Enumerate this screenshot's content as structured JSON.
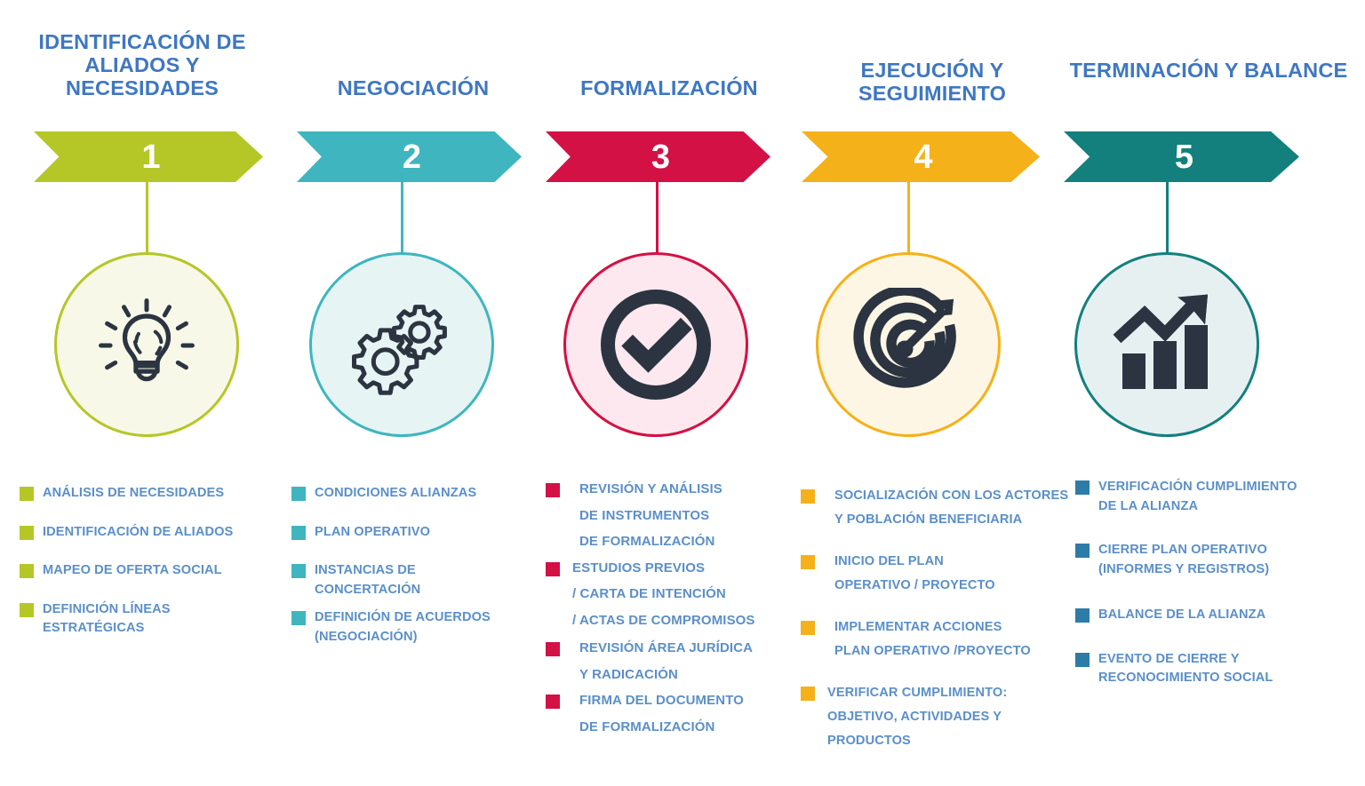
{
  "palette": {
    "header_text": "#3f77c2",
    "bullet_text": "#5b8fc9",
    "icon_dark": "#2b3440",
    "white": "#ffffff"
  },
  "steps": [
    {
      "number": "1",
      "title": "IDENTIFICACIÓN DE\nALIADOS Y\nNECESIDADES",
      "color": "#b5c727",
      "circle_fill": "#f7f8e8",
      "icon": "lightbulb-icon",
      "bullets": [
        "ANÁLISIS  DE NECESIDADES",
        "IDENTIFICACIÓN DE ALIADOS",
        "MAPEO DE OFERTA SOCIAL",
        "DEFINICIÓN LÍNEAS\nESTRATÉGICAS"
      ],
      "bullet_gaps": [
        0,
        22,
        22,
        22
      ]
    },
    {
      "number": "2",
      "title": "NEGOCIACIÓN",
      "color": "#3fb6bf",
      "circle_fill": "#e6f4f4",
      "icon": "gears-icon",
      "bullets": [
        "CONDICIONES ALIANZAS",
        "PLAN OPERATIVO",
        "INSTANCIAS DE\nCONCERTACIÓN",
        "DEFINICIÓN DE ACUERDOS\n(NEGOCIACIÓN)"
      ],
      "bullet_gaps": [
        0,
        22,
        22,
        10
      ]
    },
    {
      "number": "3",
      "title": "FORMALIZACIÓN",
      "color": "#d31145",
      "circle_fill": "#fce8ee",
      "icon": "check-circle-icon",
      "bullets": [
        "REVISIÓN  Y ANÁLISIS\nDE  INSTRUMENTOS\n DE FORMALIZACIÓN",
        " ESTUDIOS PREVIOS\n/ CARTA DE INTENCIÓN\n/ ACTAS DE COMPROMISOS",
        "REVISIÓN ÁREA JURÍDICA\nY RADICACIÓN",
        "FIRMA DEL DOCUMENTO\nDE FORMALIZACIÓN"
      ],
      "bullet_gaps": [
        0,
        0,
        2,
        0
      ],
      "bullet_indent": [
        22,
        14,
        22,
        22
      ]
    },
    {
      "number": "4",
      "title": "EJECUCIÓN Y\nSEGUIMIENTO",
      "color": "#f5b119",
      "circle_fill": "#fdf6e5",
      "icon": "target-icon",
      "bullets": [
        "SOCIALIZACIÓN CON LOS ACTORES\nY POBLACIÓN BENEFICIARIA",
        "INICIO DEL PLAN\n OPERATIVO / PROYECTO",
        "IMPLEMENTAR ACCIONES\n PLAN OPERATIVO /PROYECTO",
        "VERIFICAR CUMPLIMIENTO:\nOBJETIVO, ACTIVIDADES Y\nPRODUCTOS"
      ],
      "bullet_gaps": [
        0,
        20,
        20,
        20
      ],
      "bullet_indent": [
        22,
        22,
        22,
        14
      ]
    },
    {
      "number": "5",
      "title": "TERMINACIÓN Y\nBALANCE",
      "color": "#13807e",
      "circle_fill": "#e7f0f1",
      "icon": "growth-chart-icon",
      "bullets": [
        "VERIFICACIÓN CUMPLIMIENTO\nDE LA ALIANZA",
        "CIERRE PLAN OPERATIVO\n(INFORMES Y REGISTROS)",
        "BALANCE DE LA ALIANZA",
        "EVENTO DE CIERRE Y\nRECONOCIMIENTO SOCIAL"
      ],
      "bullet_gaps": [
        0,
        28,
        30,
        28
      ],
      "bullet_marker_color": "#2d7ca8"
    }
  ]
}
